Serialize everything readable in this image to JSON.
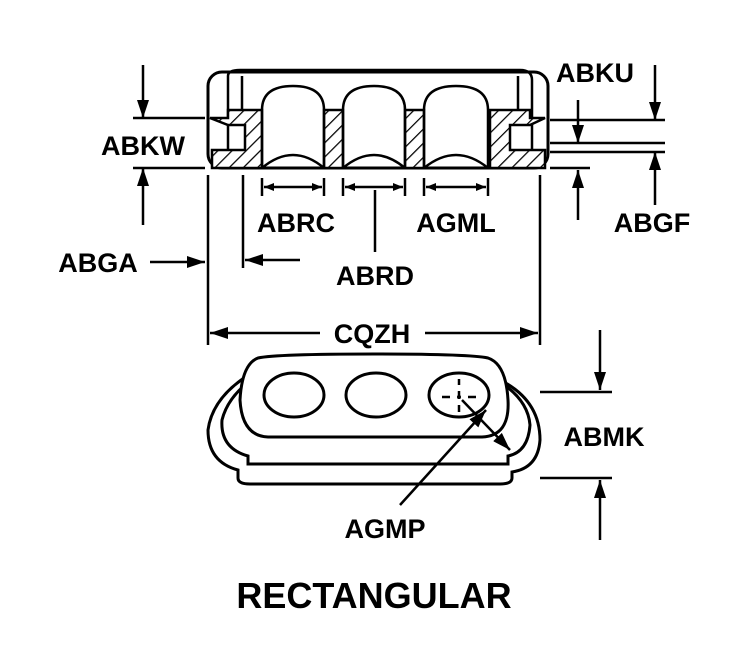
{
  "title": "RECTANGULAR",
  "labels": {
    "abku": "ABKU",
    "abkw": "ABKW",
    "abrc": "ABRC",
    "agml": "AGML",
    "abgf": "ABGF",
    "abga": "ABGA",
    "abrd": "ABRD",
    "cqzh": "CQZH",
    "abmk": "ABMK",
    "agmp": "AGMP"
  }
}
